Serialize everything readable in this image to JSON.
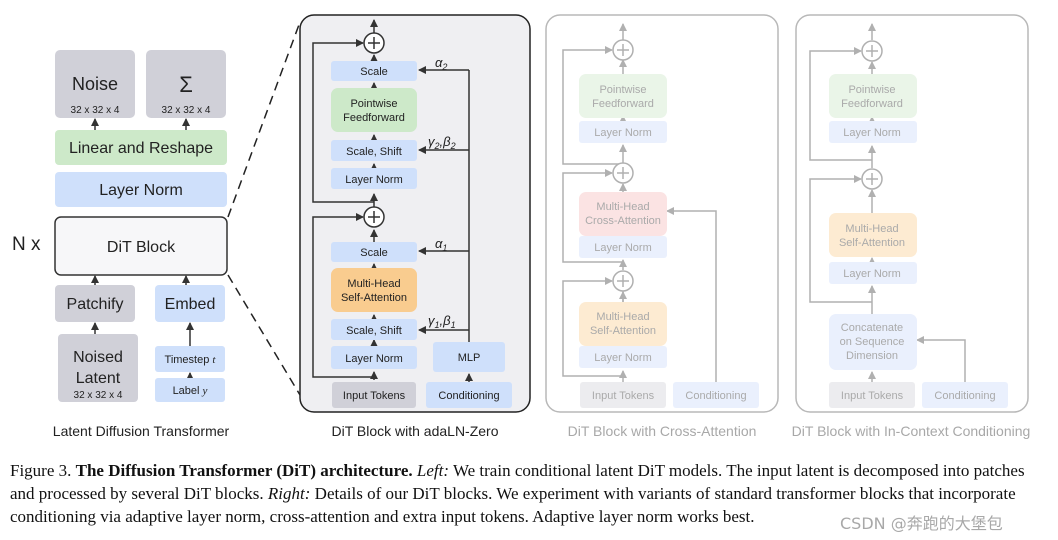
{
  "left": {
    "noise": "Noise",
    "noise_dim": "32 x 32 x 4",
    "sigma": "Σ",
    "sigma_dim": "32 x 32 x 4",
    "linear_reshape": "Linear and Reshape",
    "layer_norm": "Layer Norm",
    "n_x": "N x",
    "dit_block": "DiT Block",
    "patchify": "Patchify",
    "embed": "Embed",
    "noised_latent_1": "Noised",
    "noised_latent_2": "Latent",
    "noised_latent_dim": "32 x 32 x 4",
    "timestep": "Timestep",
    "timestep_var": "t",
    "label": "Label",
    "label_var": "y",
    "title": "Latent Diffusion Transformer"
  },
  "adaln": {
    "scale_top": "Scale",
    "pointwise_1": "Pointwise",
    "pointwise_2": "Feedforward",
    "scale_shift_top": "Scale, Shift",
    "layer_norm_top": "Layer Norm",
    "scale_bottom": "Scale",
    "mha_1": "Multi-Head",
    "mha_2": "Self-Attention",
    "scale_shift_bottom": "Scale, Shift",
    "layer_norm_bottom": "Layer Norm",
    "mlp": "MLP",
    "input_tokens": "Input Tokens",
    "conditioning": "Conditioning",
    "alpha2": "α",
    "alpha2_sub": "2",
    "gb2_g": "γ",
    "gb2_sub": "2",
    "gb2_b": ",β",
    "gb2_bsub": "2",
    "alpha1": "α",
    "alpha1_sub": "1",
    "gb1_g": "γ",
    "gb1_sub": "1",
    "gb1_b": ",β",
    "gb1_bsub": "1",
    "title": "DiT Block with adaLN-Zero"
  },
  "cross": {
    "pointwise_1": "Pointwise",
    "pointwise_2": "Feedforward",
    "layer_norm_1": "Layer Norm",
    "cross_1": "Multi-Head",
    "cross_2": "Cross-Attention",
    "layer_norm_2": "Layer Norm",
    "self_1": "Multi-Head",
    "self_2": "Self-Attention",
    "layer_norm_3": "Layer Norm",
    "input_tokens": "Input Tokens",
    "conditioning": "Conditioning",
    "title": "DiT Block with Cross-Attention"
  },
  "incontext": {
    "pointwise_1": "Pointwise",
    "pointwise_2": "Feedforward",
    "layer_norm_1": "Layer Norm",
    "self_1": "Multi-Head",
    "self_2": "Self-Attention",
    "layer_norm_2": "Layer Norm",
    "concat_1": "Concatenate",
    "concat_2": "on Sequence",
    "concat_3": "Dimension",
    "input_tokens": "Input Tokens",
    "conditioning": "Conditioning",
    "title": "DiT Block with In-Context Conditioning"
  },
  "caption": {
    "fig": "Figure 3.",
    "bold": "The Diffusion Transformer (DiT) architecture.",
    "left_label": "Left:",
    "left_text": "We train conditional latent DiT models. The input latent is decomposed into patches and processed by several DiT blocks.",
    "right_label": "Right:",
    "right_text": "Details of our DiT blocks. We experiment with variants of standard transformer blocks that incorporate conditioning via adaptive layer norm, cross-attention and extra input tokens. Adaptive layer norm works best."
  },
  "watermark": "CSDN @奔跑的大堡包",
  "colors": {
    "blue": "#cfe0fb",
    "green": "#cde9c9",
    "orange": "#f9cc8f",
    "red": "#f8d3d3",
    "gray": "#d0d0d8",
    "dark": "#333333"
  }
}
